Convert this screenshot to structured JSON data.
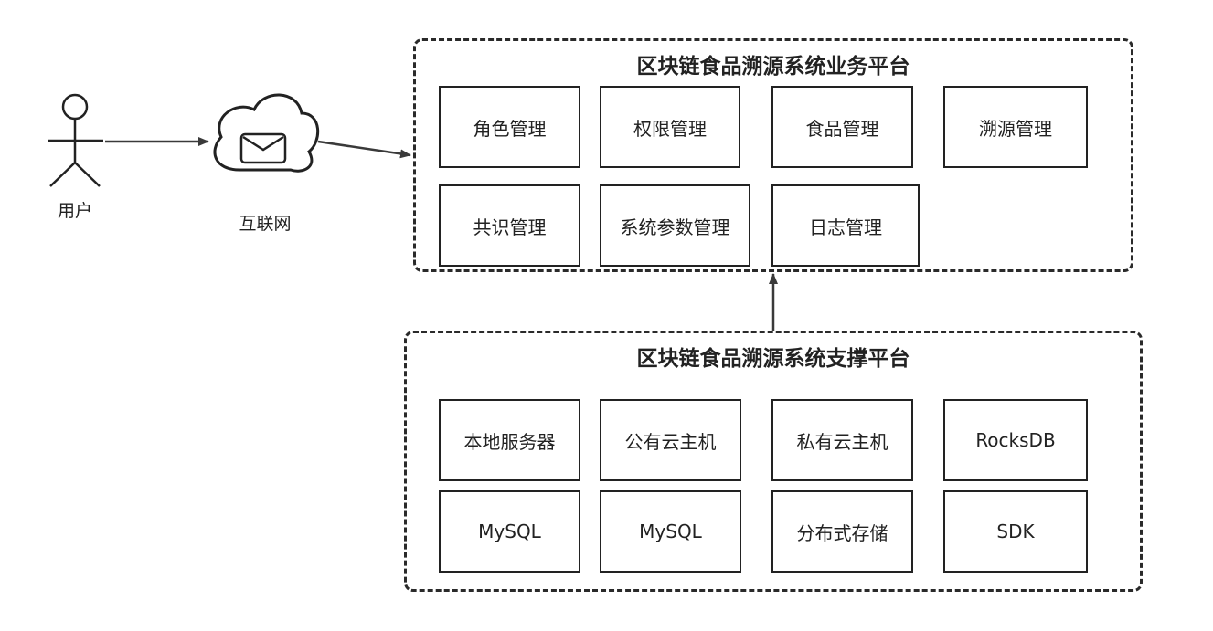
{
  "actor": {
    "label": "用户"
  },
  "internet": {
    "label": "互联网"
  },
  "business_platform": {
    "title": "区块链食品溯源系统业务平台",
    "modules": [
      "角色管理",
      "权限管理",
      "食品管理",
      "溯源管理",
      "共识管理",
      "系统参数管理",
      "日志管理"
    ]
  },
  "support_platform": {
    "title": "区块链食品溯源系统支撑平台",
    "modules": [
      "本地服务器",
      "公有云主机",
      "私有云主机",
      "RocksDB",
      "MySQL",
      "MySQL",
      "分布式存储",
      "SDK"
    ]
  }
}
